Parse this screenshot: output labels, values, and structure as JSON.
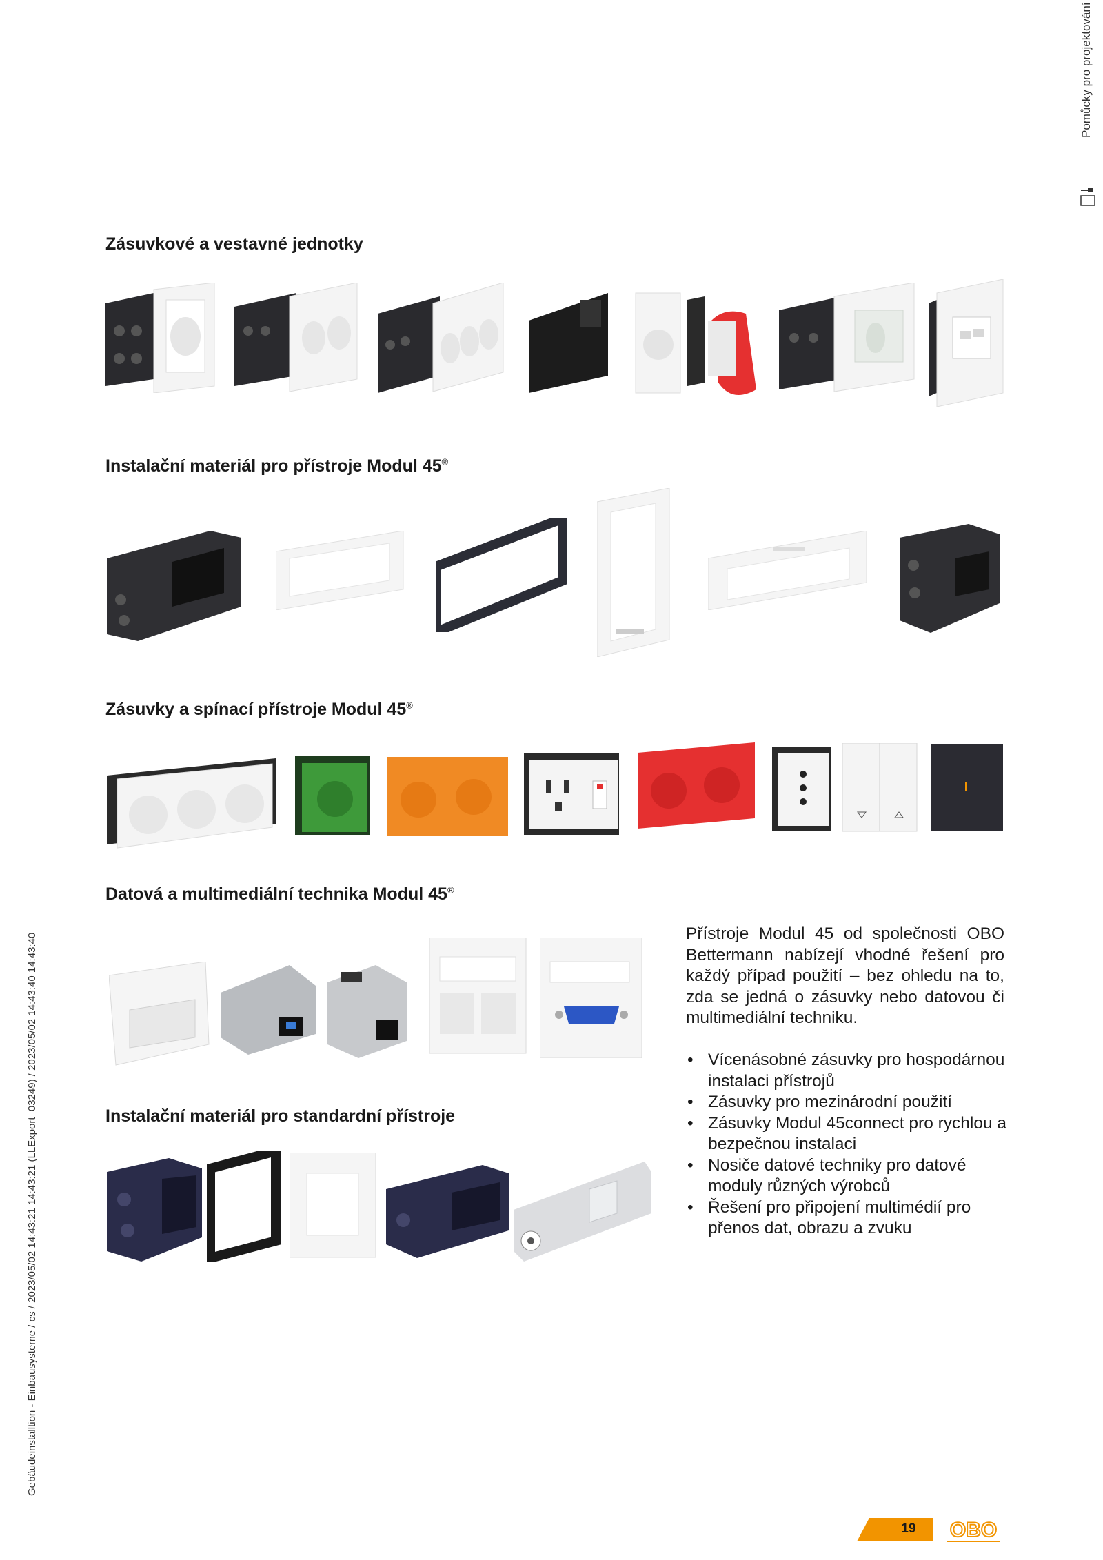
{
  "side": {
    "right_label": "Pomůcky pro projektování",
    "left_label": "Gebäudeinstalltion - Einbausysteme / cs / 2023/05/02 14:43:21 14:43:21 (LLExport_03249) / 2023/05/02 14:43:40 14:43:40"
  },
  "sections": {
    "s1": {
      "title": "Zásuvkové a vestavné jednotky"
    },
    "s2": {
      "title": "Instalační materiál pro přístroje Modul 45",
      "mark": "®"
    },
    "s3": {
      "title": "Zásuvky a spínací přístroje Modul 45",
      "mark": "®"
    },
    "s4": {
      "title": "Datová a multimediální technika Modul 45",
      "mark": "®"
    },
    "s5": {
      "title": "Instalační materiál pro standardní přístroje"
    }
  },
  "text": {
    "intro": "Přístroje Modul 45 od společnosti OBO Bettermann nabízejí vhodné řešení pro každý případ použití – bez ohledu na to, zda se jedná o zásuvky nebo datovou či multimediální techniku.",
    "bullets": [
      "Vícenásobné zásuvky pro hospodárnou instalaci přístrojů",
      "Zásuvky pro mezinárodní použití",
      "Zásuvky Modul 45connect pro rychlou a bezpečnou instalaci",
      "Nosiče datové techniky pro datové moduly různých výrobců",
      "Řešení pro připojení multimédií pro přenos dat, obrazu a zvuku"
    ]
  },
  "footer": {
    "page_number": "19",
    "logo": "OBO"
  },
  "colors": {
    "accent": "#f29400",
    "green_socket": "#3e9a3a",
    "orange_socket": "#f08a24",
    "red_socket": "#e53030",
    "anthracite": "#2b2b32"
  }
}
